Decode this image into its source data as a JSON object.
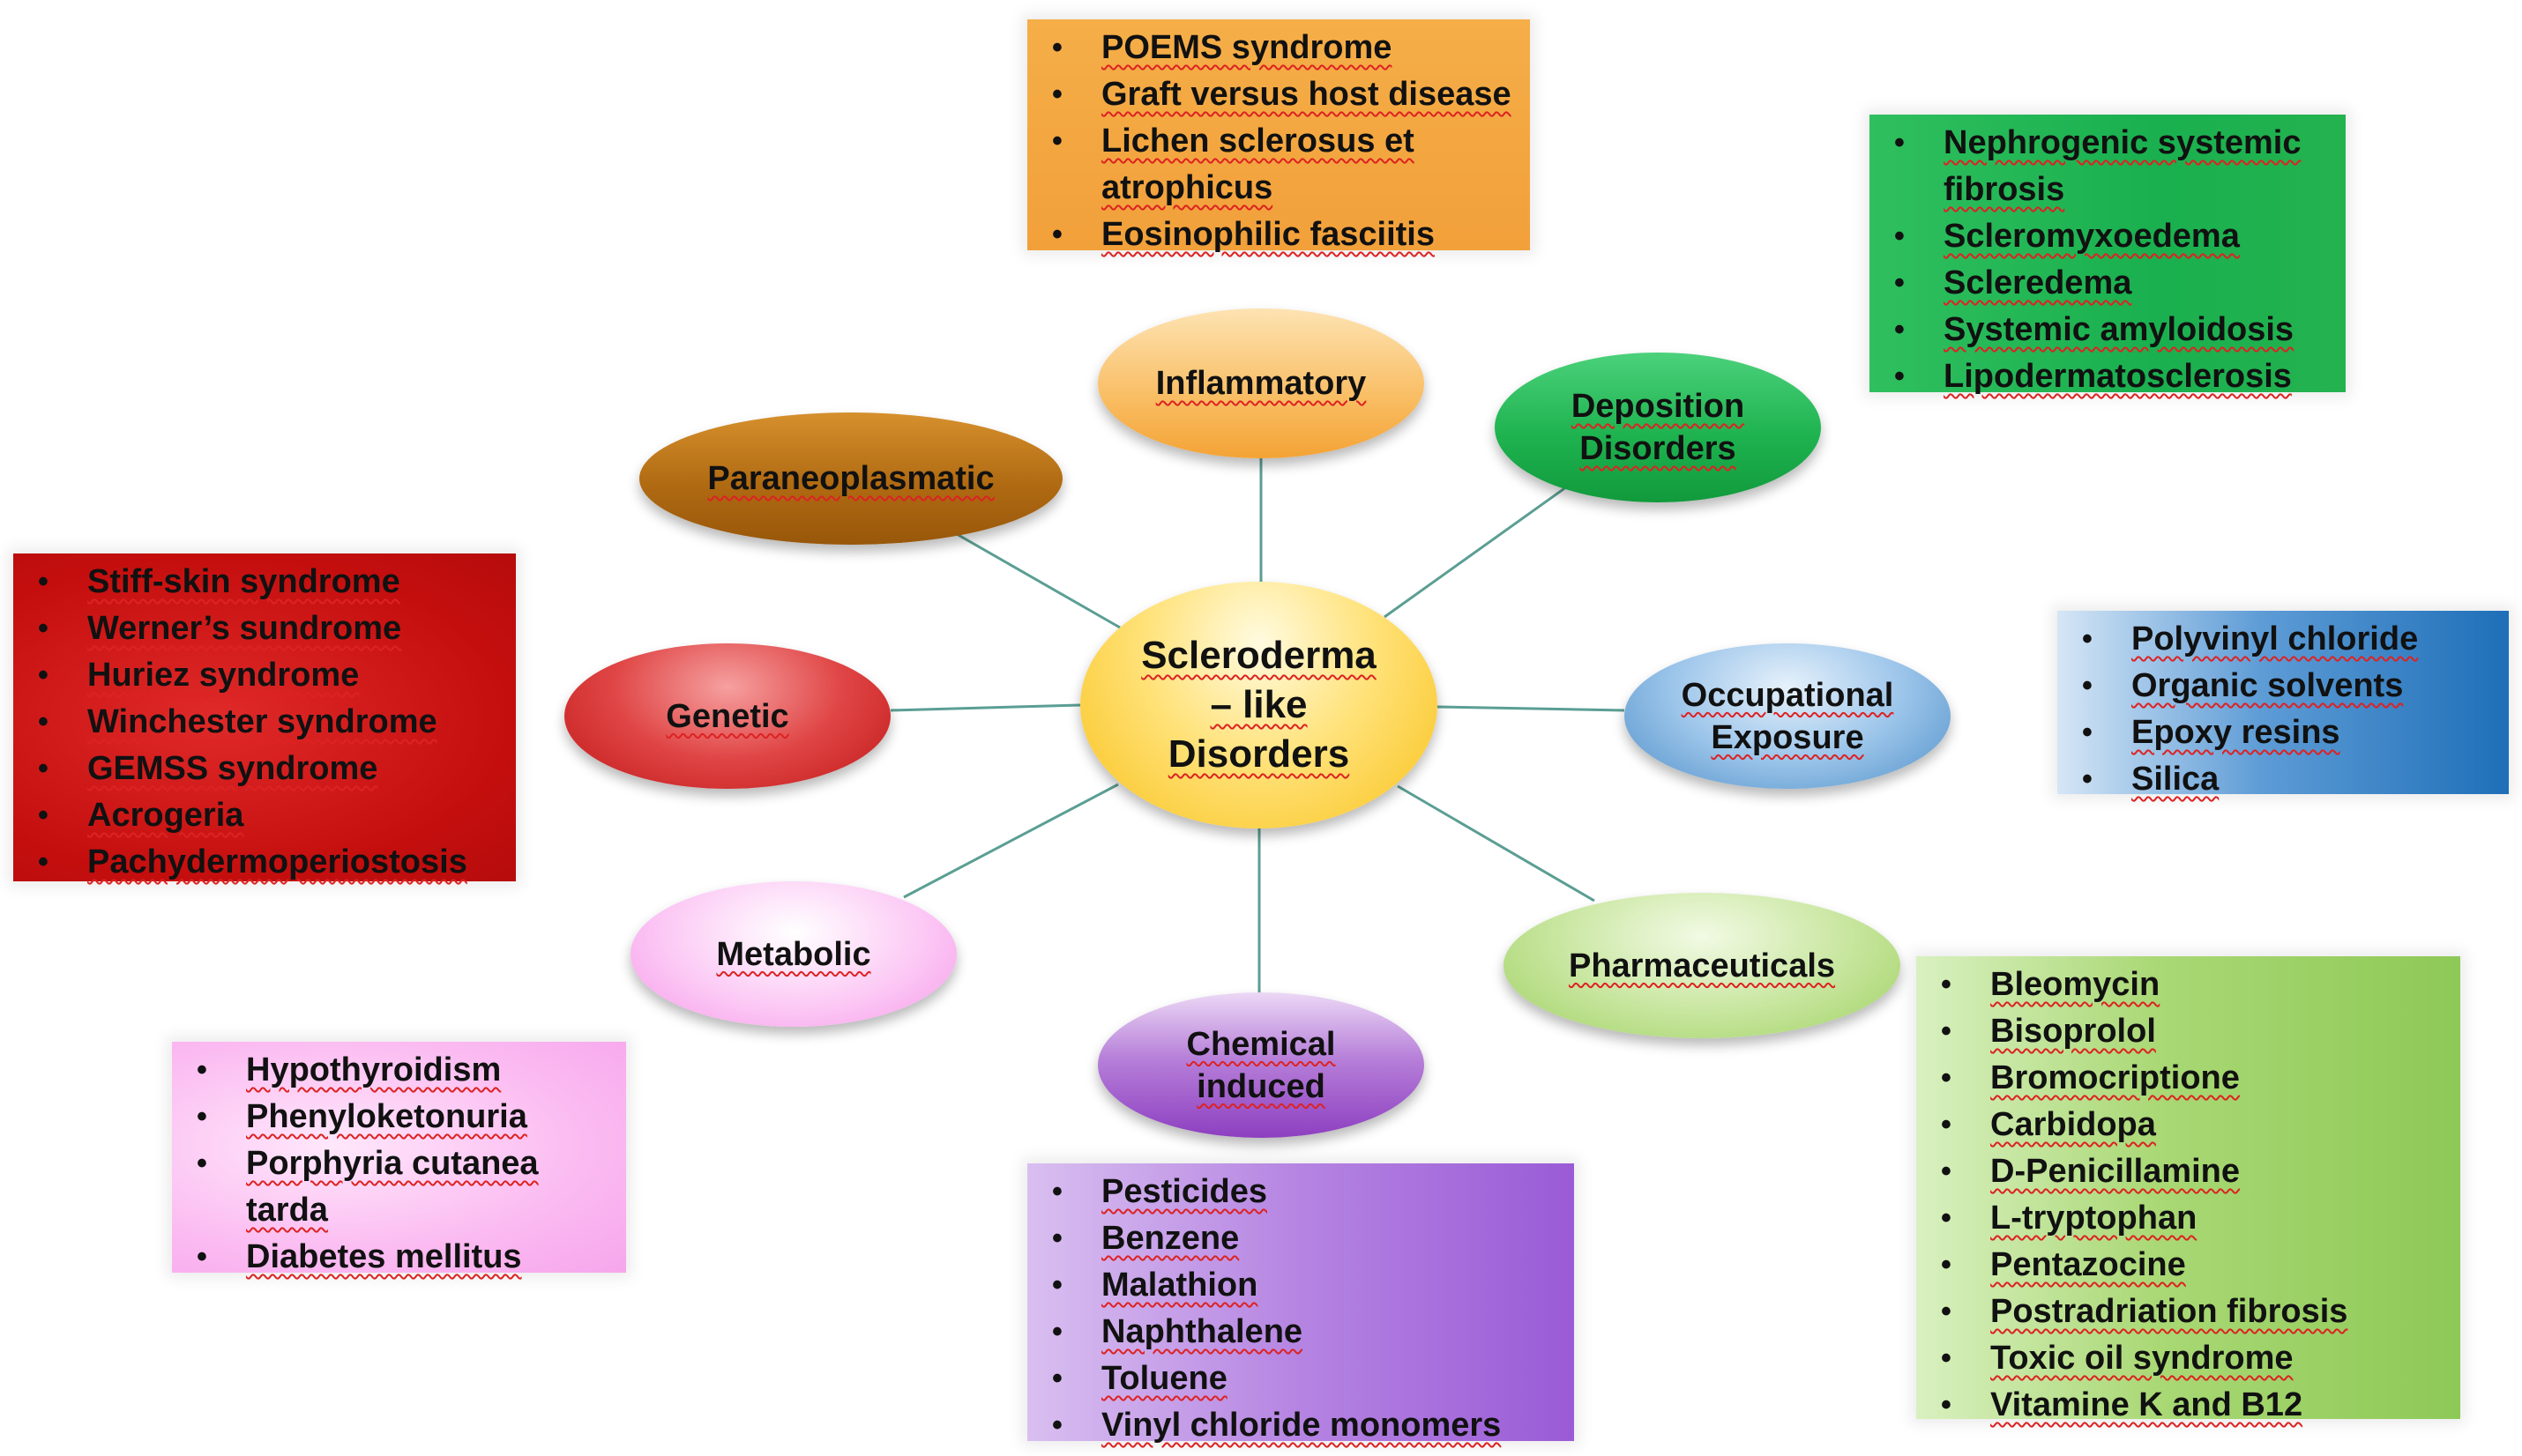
{
  "center": {
    "label": "Scleroderma\n– like\nDisorders"
  },
  "categories": [
    {
      "key": "inflammatory",
      "label": "Inflammatory",
      "items": [
        "POEMS syndrome",
        "Graft versus host disease",
        "Lichen sclerosus et\natrophicus",
        "Eosinophilic fasciitis"
      ]
    },
    {
      "key": "deposition",
      "label": "Deposition\nDisorders",
      "items": [
        "Nephrogenic systemic\nfibrosis",
        "Scleromyxoedema",
        "Scleredema",
        "Systemic amyloidosis",
        "Lipodermatosclerosis"
      ]
    },
    {
      "key": "paraneoplasmatic",
      "label": "Paraneoplasmatic",
      "items": [
        "Stiff-skin syndrome",
        "Werner’s sundrome",
        "Huriez syndrome",
        "Winchester syndrome",
        "GEMSS syndrome",
        "Acrogeria",
        "Pachydermoperiostosis"
      ]
    },
    {
      "key": "genetic",
      "label": "Genetic",
      "items": []
    },
    {
      "key": "occupational",
      "label": "Occupational\nExposure",
      "items": [
        "Polyvinyl chloride",
        "Organic solvents",
        "Epoxy resins",
        "Silica"
      ]
    },
    {
      "key": "metabolic",
      "label": "Metabolic",
      "items": [
        "Hypothyroidism",
        "Phenyloketonuria",
        "Porphyria cutanea\ntarda",
        "Diabetes mellitus"
      ]
    },
    {
      "key": "pharmaceuticals",
      "label": "Pharmaceuticals",
      "items": [
        "Bleomycin",
        "Bisoprolol",
        "Bromocriptione",
        "Carbidopa",
        "D-Penicillamine",
        "L-tryptophan",
        "Pentazocine",
        "Postradriation fibrosis",
        "Toxic oil syndrome",
        "Vitamine K and B12"
      ]
    },
    {
      "key": "chemical",
      "label": "Chemical\ninduced",
      "items": [
        "Pesticides",
        "Benzene",
        "Malathion",
        "Naphthalene",
        "Toluene",
        "Vinyl chloride monomers"
      ]
    }
  ],
  "colors": {
    "connector": "#5b9e94",
    "center": "#f9c21b",
    "inflammatory": "#f4a335",
    "deposition": "#1fb350",
    "paraneoplasmatic": "#b06a12",
    "paraneoplasmatic_list": "#c40e0e",
    "genetic": "#d02525",
    "occupational": "#4f8fc8",
    "metabolic": "#f59ae9",
    "pharmaceuticals": "#9fd163",
    "chemical": "#8d3fc0"
  }
}
